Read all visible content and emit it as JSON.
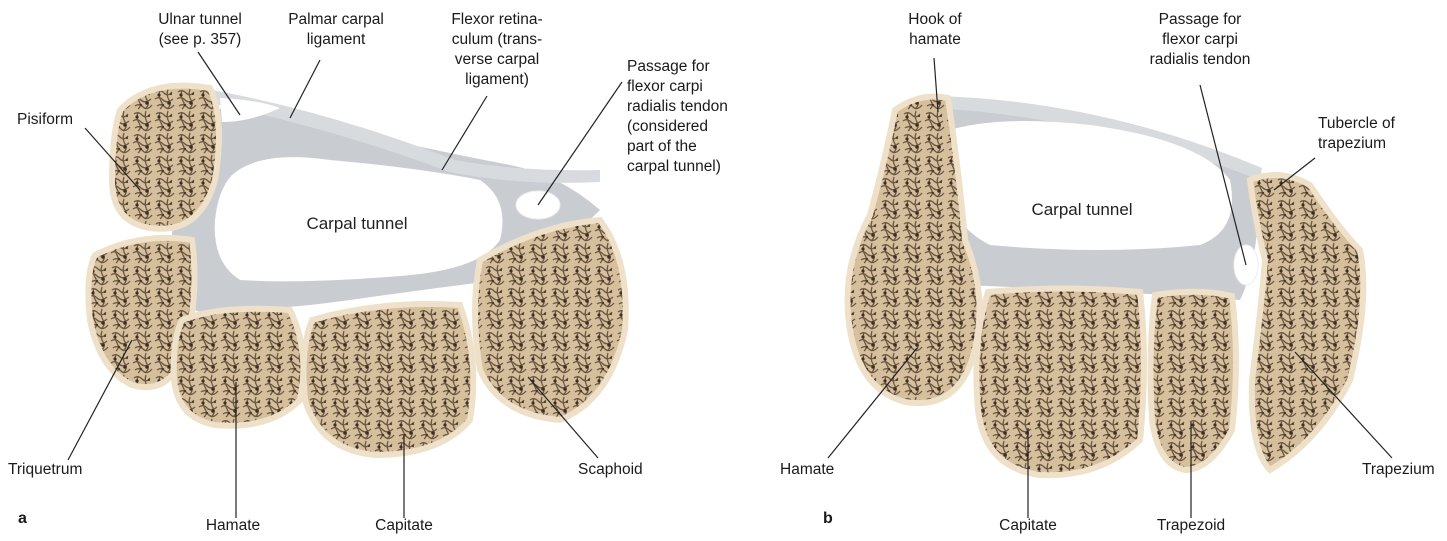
{
  "panel_a": {
    "letter": "a",
    "labels": {
      "ulnar_tunnel": "Ulnar tunnel\n(see p. 357)",
      "palmar_carpal_ligament": "Palmar carpal\nligament",
      "flexor_retinaculum": "Flexor retina-\nculum (trans-\nverse carpal\nligament)",
      "passage_fcr": "Passage for\nflexor carpi\nradialis tendon\n(considered\npart of the\ncarpal tunnel)",
      "pisiform": "Pisiform",
      "carpal_tunnel": "Carpal tunnel",
      "triquetrum": "Triquetrum",
      "hamate": "Hamate",
      "capitate": "Capitate",
      "scaphoid": "Scaphoid"
    }
  },
  "panel_b": {
    "letter": "b",
    "labels": {
      "hook_of_hamate": "Hook of\nhamate",
      "passage_fcr": "Passage for\nflexor carpi\nradialis tendon",
      "tubercle_of_trapezium": "Tubercle of\ntrapezium",
      "carpal_tunnel": "Carpal tunnel",
      "hamate": "Hamate",
      "capitate": "Capitate",
      "trapezoid": "Trapezoid",
      "trapezium": "Trapezium"
    }
  },
  "colors": {
    "bone_fill": "#d8c3a2",
    "bone_cortex": "#f1e4cf",
    "bone_trabecula": "#6e5a45",
    "ligament": "#c9cdd1",
    "tunnel": "#ffffff",
    "leader_line": "#222222"
  }
}
